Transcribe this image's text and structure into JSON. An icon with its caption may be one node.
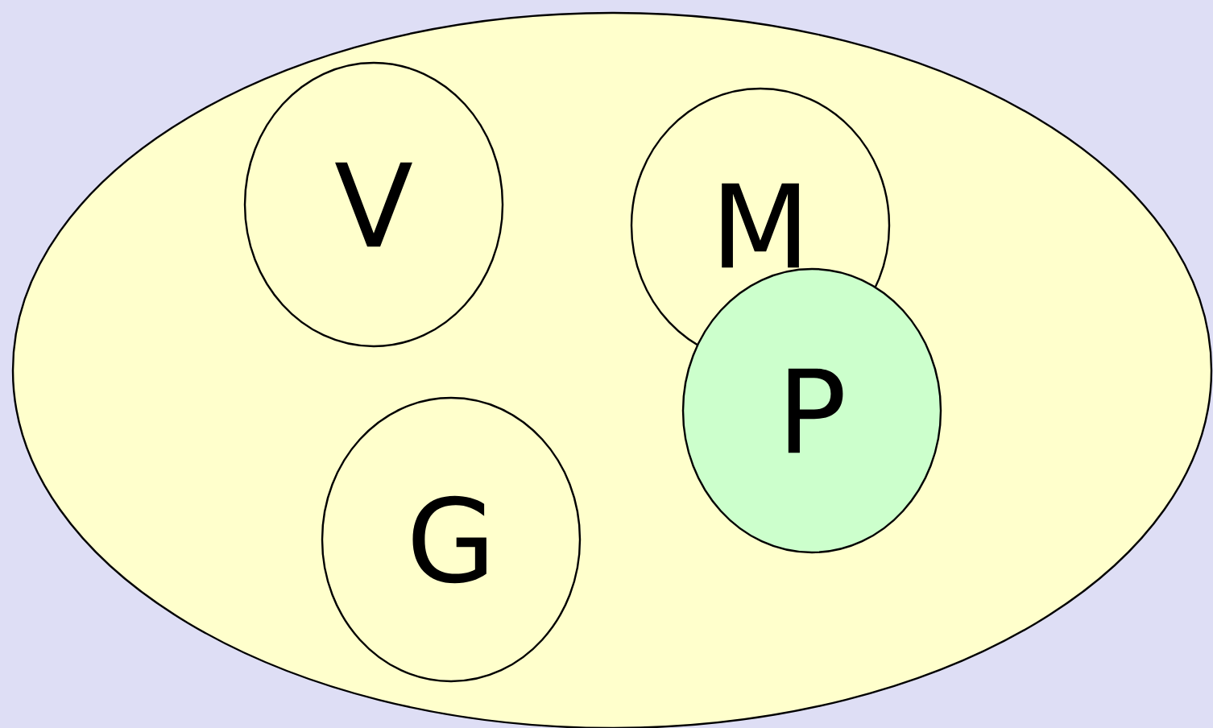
{
  "diagram": {
    "nodes": [
      {
        "text": [],
        "shape": "ellipse"
      },
      {
        "text": [
          "V"
        ],
        "in": 0
      },
      {
        "text": [
          "M"
        ],
        "in": 0
      },
      {
        "text": [
          "P"
        ],
        "in": 0
      },
      {
        "text": [
          "G"
        ],
        "in": 0
      }
    ]
  }
}
